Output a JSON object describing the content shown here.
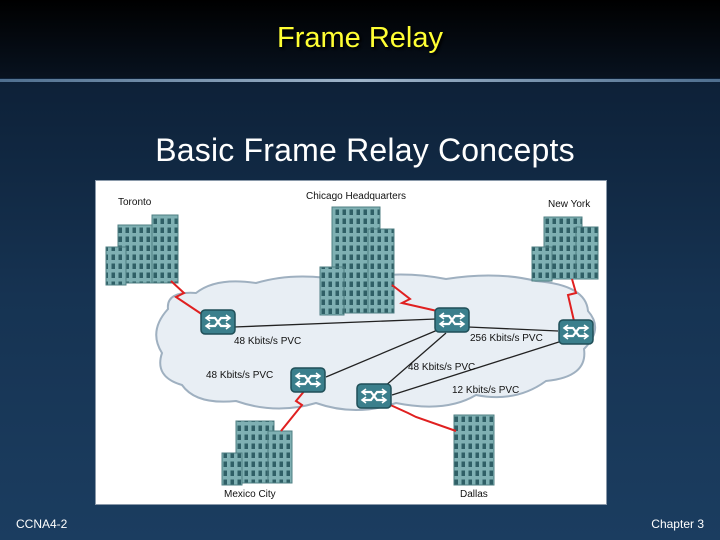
{
  "slide": {
    "title": "Frame Relay",
    "subtitle": "Basic Frame Relay Concepts",
    "footer_left": "CCNA4-2",
    "footer_right": "Chapter 3"
  },
  "diagram": {
    "sites": {
      "toronto": "Toronto",
      "chicago": "Chicago Headquarters",
      "new_york": "New York",
      "mexico_city": "Mexico City",
      "dallas": "Dallas"
    },
    "pvc_labels": {
      "toronto_chicago": "48 Kbits/s PVC",
      "chicago_newyork": "256 Kbits/s PVC",
      "mexico_chicago": "48 Kbits/s PVC",
      "dallas_chicago": "48 Kbits/s PVC",
      "dallas_newyork": "12 Kbits/s PVC"
    }
  },
  "colors": {
    "title": "#ffff33",
    "cloud": "#e8eef4",
    "building": "#6f9fa2",
    "switch": "#3b7f8c",
    "access_link": "#e02020"
  }
}
